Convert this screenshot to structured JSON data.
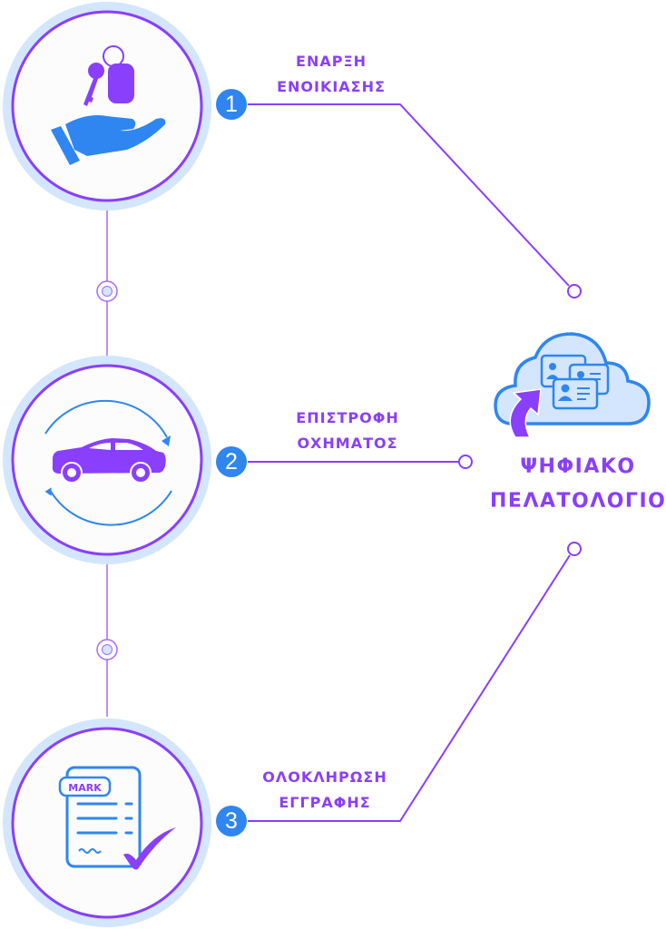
{
  "colors": {
    "accent_purple": "#8a3ffc",
    "accent_blue": "#2f86f0",
    "ring_light": "#d3e6fd",
    "circle_fill": "#fcfcfd"
  },
  "steps": [
    {
      "number": "1",
      "label_line1": "ΕΝΑΡΞΗ",
      "label_line2": "ΕΝΟΙΚΙΑΣΗΣ",
      "icon": "hand-with-keys-icon"
    },
    {
      "number": "2",
      "label_line1": "ΕΠΙΣΤΡΟΦΗ",
      "label_line2": "ΟΧΗΜΑΤΟΣ",
      "icon": "car-return-icon"
    },
    {
      "number": "3",
      "label_line1": "ΟΛΟΚΛΗΡΩΣΗ",
      "label_line2": "ΕΓΓΡΑΦΗΣ",
      "icon": "document-check-icon"
    }
  ],
  "document_tag": "MARK",
  "hub": {
    "title_line1": "ΨΗΦΙΑΚΟ",
    "title_line2": "ΠΕΛΑΤΟΛΟΓΙΟ",
    "icon": "cloud-customer-cards-icon"
  }
}
